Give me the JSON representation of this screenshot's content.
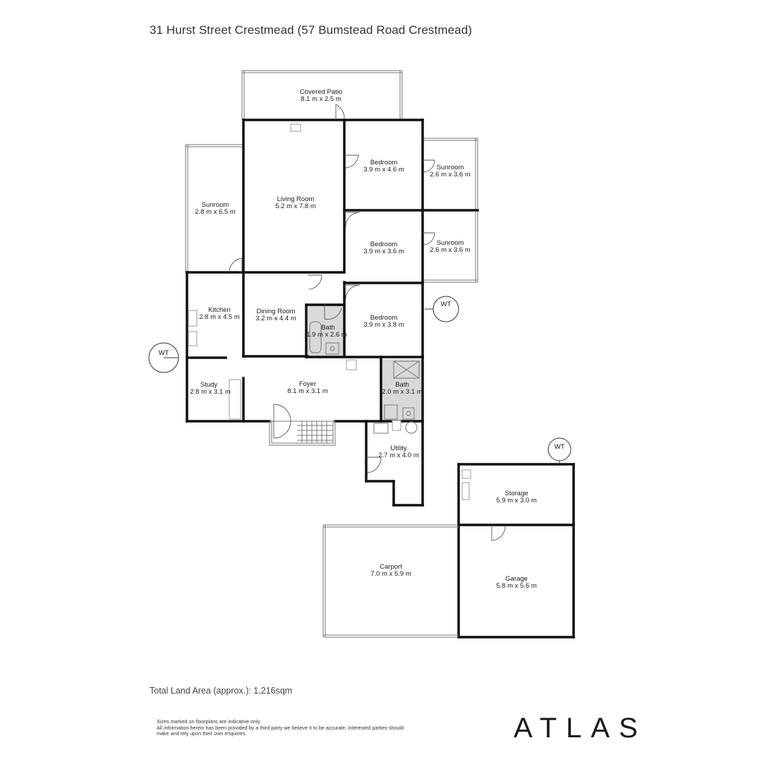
{
  "header": {
    "title": "31 Hurst Street Crestmead (57 Bumstead Road Crestmead)"
  },
  "rooms": [
    {
      "key": "covered_patio",
      "name": "Covered Patio",
      "dim": "8.1 m x 2.5 m"
    },
    {
      "key": "living_room",
      "name": "Living Room",
      "dim": "5.2 m x 7.8 m"
    },
    {
      "key": "bedroom_1",
      "name": "Bedroom",
      "dim": "3.9 m x 4.6 m"
    },
    {
      "key": "sunroom_ne1",
      "name": "Sunroom",
      "dim": "2.6 m x 3.6 m"
    },
    {
      "key": "sunroom_w",
      "name": "Sunroom",
      "dim": "2.8 m x 6.5 m"
    },
    {
      "key": "bedroom_2",
      "name": "Bedroom",
      "dim": "3.9 m x 3.6 m"
    },
    {
      "key": "sunroom_ne2",
      "name": "Sunroom",
      "dim": "2.6 m x 3.6 m"
    },
    {
      "key": "kitchen",
      "name": "Kitchen",
      "dim": "2.8 m x 4.5 m"
    },
    {
      "key": "dining_room",
      "name": "Dining Room",
      "dim": "3.2 m x 4.4 m"
    },
    {
      "key": "bath_1",
      "name": "Bath",
      "dim": "1.9 m x 2.6 m"
    },
    {
      "key": "bedroom_3",
      "name": "Bedroom",
      "dim": "3.9 m x 3.8 m"
    },
    {
      "key": "study",
      "name": "Study",
      "dim": "2.8 m x 3.1 m"
    },
    {
      "key": "foyer",
      "name": "Foyer",
      "dim": "8.1 m x 3.1 m"
    },
    {
      "key": "bath_2",
      "name": "Bath",
      "dim": "2.0 m x 3.1 m"
    },
    {
      "key": "utility",
      "name": "Utility",
      "dim": "2.7 m x 4.0 m"
    },
    {
      "key": "storage",
      "name": "Storage",
      "dim": "5.9 m x 3.0 m"
    },
    {
      "key": "carport",
      "name": "Carport",
      "dim": "7.0 m x 5.9 m"
    },
    {
      "key": "garage",
      "name": "Garage",
      "dim": "5.8 m x 5.6 m"
    }
  ],
  "water_tanks": [
    {
      "label": "WT"
    },
    {
      "label": "WT"
    },
    {
      "label": "WT"
    }
  ],
  "footer": {
    "land_area": "Total Land Area (approx.): 1,216sqm",
    "disclaimer_1": "Sizes marked on floorplans are indicative only.",
    "disclaimer_2": "All information herein has been provided by a third party we believe it to be accurate. Interested parties should",
    "disclaimer_3": "make and rely upon their own enquiries.",
    "logo": "ATLAS"
  },
  "colors": {
    "wall": "#111111",
    "wet_area_fill": "#d9d9d9",
    "text": "#1a1a1a"
  }
}
